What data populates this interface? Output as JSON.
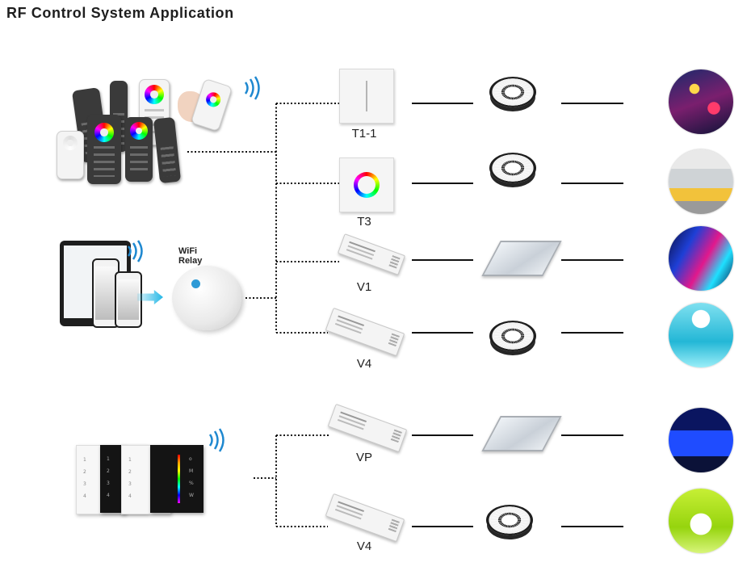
{
  "title": "RF Control System Application",
  "relay_label": "WiFi Relay",
  "rows": [
    {
      "controller": "T1-1",
      "light": "led-strip-reel",
      "scene": "city-night-street"
    },
    {
      "controller": "T3",
      "light": "led-strip-reel",
      "scene": "modern-office-interior"
    },
    {
      "controller": "V1",
      "light": "led-panel-light",
      "scene": "neon-club-stairs"
    },
    {
      "controller": "V4",
      "light": "led-strip-reel",
      "scene": "cyan-lit-lounge"
    },
    {
      "controller": "VP",
      "light": "led-panel-light",
      "scene": "blue-lit-building-facade"
    },
    {
      "controller": "V4",
      "light": "led-strip-reel",
      "scene": "green-lit-lounge"
    }
  ],
  "sources": [
    {
      "name": "rf-remotes-group",
      "icon": "remote-controls-icon"
    },
    {
      "name": "wifi-relay-with-smart-devices",
      "icon": "wifi-relay-icon"
    },
    {
      "name": "rf-wall-touch-panels",
      "icon": "wall-panel-icon"
    }
  ],
  "colors": {
    "connector_line": "#111111",
    "wifi_wave": "#1e88d0",
    "app_arrow": "#25b7e6"
  }
}
